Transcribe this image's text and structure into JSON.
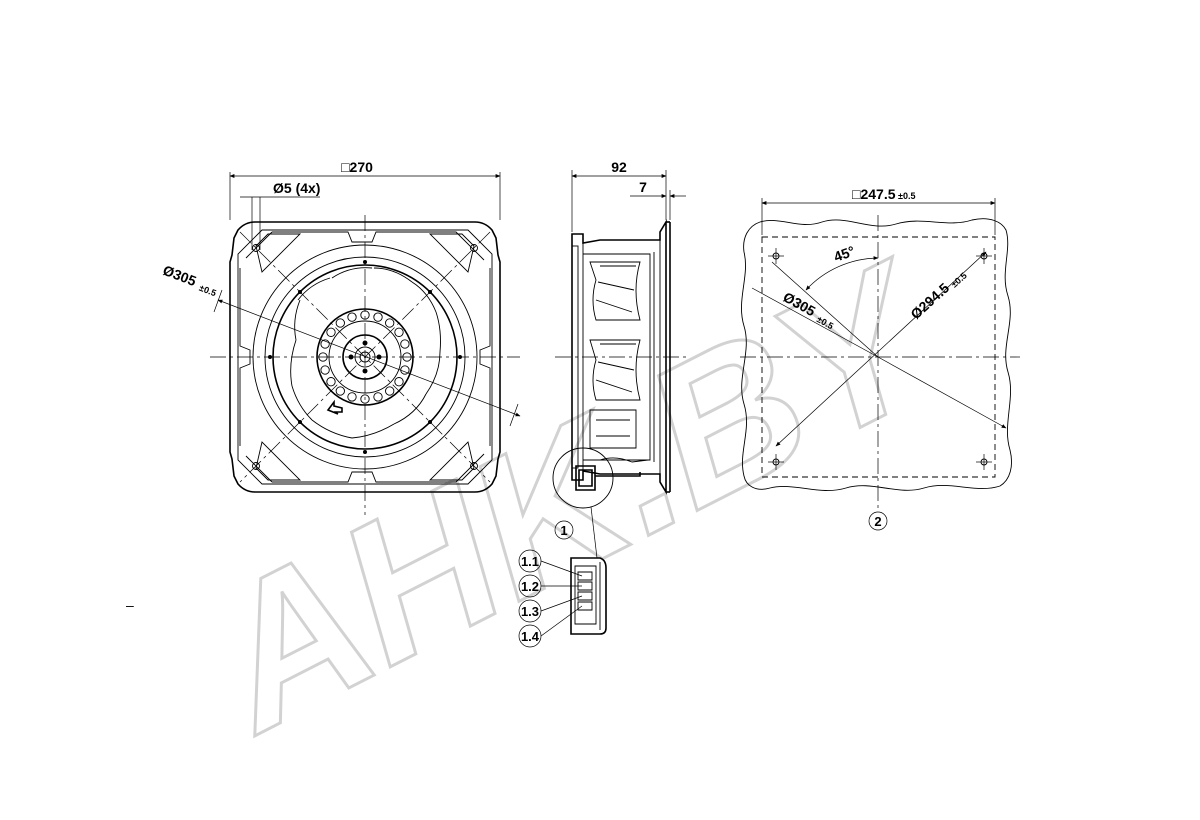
{
  "watermark": "AHK.BY",
  "front_view": {
    "dim_square": "□270",
    "dim_holes": "Ø5 (4x)",
    "dim_diameter": "Ø305",
    "dim_diameter_tol": "±0.5"
  },
  "side_view": {
    "dim_depth": "92",
    "dim_flange": "7",
    "callout_connector": "1",
    "callouts_pins": [
      "1.1",
      "1.2",
      "1.3",
      "1.4"
    ]
  },
  "cutout_view": {
    "dim_square": "□247.5",
    "dim_square_tol": "±0.5",
    "dim_angle": "45°",
    "dim_diameter_outer": "Ø305",
    "dim_diameter_outer_tol": "±0.5",
    "dim_diameter_holes": "Ø294.5",
    "dim_diameter_holes_tol": "±0.5",
    "callout_cutout": "2"
  },
  "stray_mark": "–"
}
